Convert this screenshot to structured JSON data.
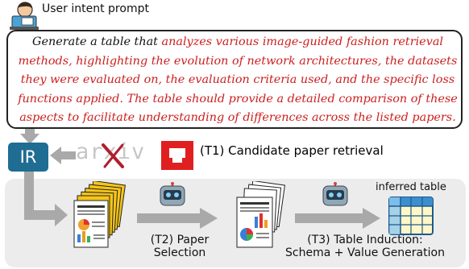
{
  "header": {
    "label": "User intent prompt",
    "icon": "user-laptop-icon"
  },
  "prompt": {
    "lead": "Generate a table that",
    "body": "analyzes various image-guided fashion retrieval methods, highlighting the evolution of network architectures, the datasets they were evaluated on, the evaluation criteria used, and the specific loss functions applied. The table should provide a detailed comparison of these aspects to facilitate understanding of differences across the listed papers."
  },
  "retrieval": {
    "ir_label": "IR",
    "source_label": "arxiv",
    "source_icon": "crossed-out-arxiv-logo",
    "db_icon": "red-database-icon",
    "step_label": "(T1) Candidate paper retrieval"
  },
  "selection": {
    "step_line1": "(T2) Paper",
    "step_line2": "Selection",
    "icon": "robot-icon"
  },
  "induction": {
    "step_line1": "(T3) Table Induction:",
    "step_line2": "Schema + Value Generation",
    "icon": "robot-icon",
    "output_label": "inferred table"
  },
  "colors": {
    "prompt_red": "#cc1f1f",
    "ir_blue": "#1f6d92",
    "arrow_gray": "#a9a9a9",
    "db_red": "#e02020",
    "paper_yellow": "#f5c518",
    "pipeline_bg": "#ececec"
  }
}
